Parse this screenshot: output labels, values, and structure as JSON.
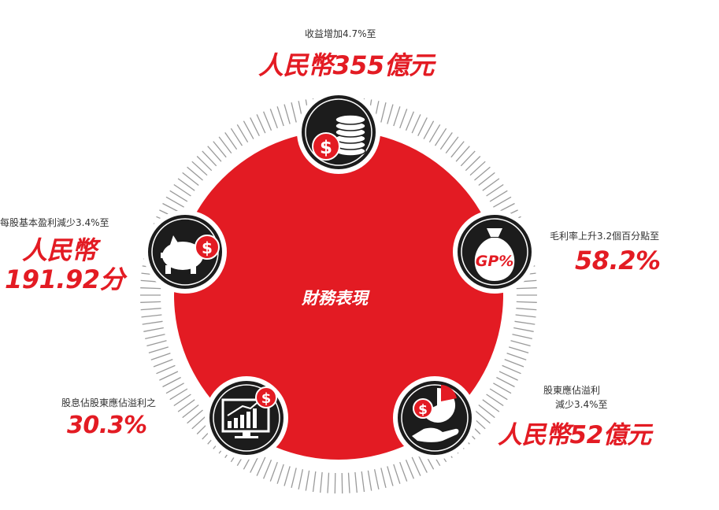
{
  "center_title": "財務表現",
  "colors": {
    "accent": "#e31b23",
    "icon_fill": "#1c1c1c",
    "hatch": "#9a9a9a"
  },
  "items": [
    {
      "id": "revenue",
      "label": "收益增加4.7%至",
      "value": "人民幣355億元",
      "icon": "coin-stack-dollar-icon"
    },
    {
      "id": "gross-margin",
      "label": "毛利率上升3.2個百分點至",
      "value": "58.2%",
      "icon": "money-bag-gp-icon"
    },
    {
      "id": "profit",
      "label_line1": "股東應佔溢利",
      "label_line2": "減少3.4%至",
      "value": "人民幣52億元",
      "icon": "hand-pie-chart-dollar-icon"
    },
    {
      "id": "dividend",
      "label": "股息佔股東應佔溢利之",
      "value": "30.3%",
      "icon": "monitor-growth-chart-icon"
    },
    {
      "id": "eps",
      "label": "每股基本盈利減少3.4%至",
      "value_line1": "人民幣",
      "value_line2": "191.92分",
      "icon": "piggy-bank-dollar-icon"
    }
  ]
}
